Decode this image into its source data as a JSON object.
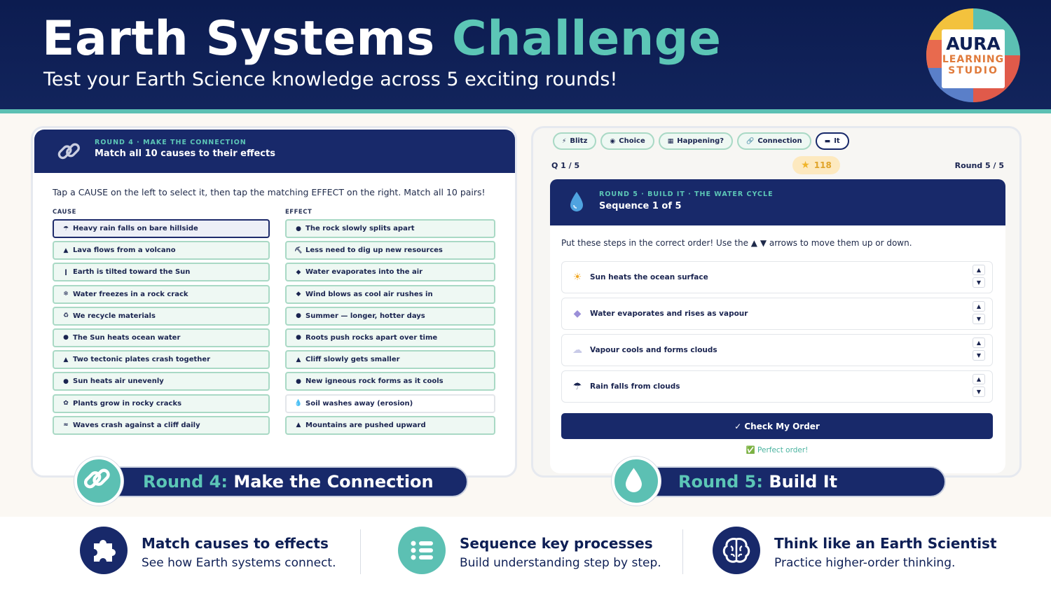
{
  "header": {
    "title_main": "Earth Systems",
    "title_accent": "Challenge",
    "subtitle": "Test your Earth Science knowledge across 5 exciting rounds!",
    "logo": {
      "line1": "AURA",
      "line2": "LEARNING",
      "line3": "STUDIO"
    }
  },
  "round4": {
    "kicker": "ROUND 4 · MAKE THE CONNECTION",
    "title": "Match all 10 causes to their effects",
    "instructions": "Tap a CAUSE on the left to select it, then tap the matching EFFECT on the right. Match all 10 pairs!",
    "cause_header": "CAUSE",
    "effect_header": "EFFECT",
    "causes": [
      {
        "icon": "☂",
        "label": "Heavy rain falls on bare hillside",
        "state": "selected"
      },
      {
        "icon": "▲",
        "label": "Lava flows from a volcano",
        "state": "matched"
      },
      {
        "icon": "ǀ",
        "label": "Earth is tilted toward the Sun",
        "state": "matched"
      },
      {
        "icon": "❄",
        "label": "Water freezes in a rock crack",
        "state": "matched"
      },
      {
        "icon": "♻",
        "label": "We recycle materials",
        "state": "matched"
      },
      {
        "icon": "●",
        "label": "The Sun heats ocean water",
        "state": "matched"
      },
      {
        "icon": "▲",
        "label": "Two tectonic plates crash together",
        "state": "matched"
      },
      {
        "icon": "●",
        "label": "Sun heats air unevenly",
        "state": "matched"
      },
      {
        "icon": "✿",
        "label": "Plants grow in rocky cracks",
        "state": "matched"
      },
      {
        "icon": "≈",
        "label": "Waves crash against a cliff daily",
        "state": "matched"
      }
    ],
    "effects": [
      {
        "icon": "●",
        "label": "The rock slowly splits apart",
        "state": "matched"
      },
      {
        "icon": "⛏",
        "label": "Less need to dig up new resources",
        "state": "matched"
      },
      {
        "icon": "◆",
        "label": "Water evaporates into the air",
        "state": "matched"
      },
      {
        "icon": "◆",
        "label": "Wind blows as cool air rushes in",
        "state": "matched"
      },
      {
        "icon": "●",
        "label": "Summer — longer, hotter days",
        "state": "matched"
      },
      {
        "icon": "●",
        "label": "Roots push rocks apart over time",
        "state": "matched"
      },
      {
        "icon": "▲",
        "label": "Cliff slowly gets smaller",
        "state": "matched"
      },
      {
        "icon": "●",
        "label": "New igneous rock forms as it cools",
        "state": "matched"
      },
      {
        "icon": "💧",
        "label": "Soil washes away (erosion)",
        "state": "plain"
      },
      {
        "icon": "▲",
        "label": "Mountains are pushed upward",
        "state": "matched"
      }
    ],
    "banner_round": "Round 4:",
    "banner_name": "Make the Connection"
  },
  "round5": {
    "tabs": [
      {
        "icon": "⚡",
        "label": "Blitz",
        "active": false
      },
      {
        "icon": "◉",
        "label": "Choice",
        "active": false
      },
      {
        "icon": "▦",
        "label": "Happening?",
        "active": false
      },
      {
        "icon": "🔗",
        "label": "Connection",
        "active": false
      },
      {
        "icon": "▬",
        "label": "It",
        "active": true
      }
    ],
    "question": "Q 1 / 5",
    "score": "118",
    "round_label": "Round 5 / 5",
    "kicker": "ROUND 5 · BUILD IT · THE WATER CYCLE",
    "title": "Sequence 1 of 5",
    "instructions": "Put these steps in the correct order! Use the ▲ ▼ arrows to move them up or down.",
    "steps": [
      {
        "icon": "☀",
        "label": "Sun heats the ocean surface",
        "color": "#f0a623"
      },
      {
        "icon": "◆",
        "label": "Water evaporates and rises as vapour",
        "color": "#9b8fd8"
      },
      {
        "icon": "☁",
        "label": "Vapour cools and forms clouds",
        "color": "#c9cbe8"
      },
      {
        "icon": "☂",
        "label": "Rain falls from clouds",
        "color": "#1a2450"
      }
    ],
    "up_arrow": "▲",
    "down_arrow": "▼",
    "check_button": "✓ Check My Order",
    "result": "✅ Perfect order!",
    "banner_round": "Round 5:",
    "banner_name": "Build It"
  },
  "footer": [
    {
      "title": "Match causes to effects",
      "subtitle": "See how Earth systems connect.",
      "icon": "puzzle-icon"
    },
    {
      "title": "Sequence key processes",
      "subtitle": "Build understanding step by step.",
      "icon": "list-icon"
    },
    {
      "title": "Think like an Earth Scientist",
      "subtitle": "Practice higher-order thinking.",
      "icon": "brain-icon"
    }
  ],
  "colors": {
    "navy": "#18296a",
    "teal": "#5cc0b3",
    "match_border": "#a9d9c5",
    "match_bg": "#eef8f3"
  }
}
